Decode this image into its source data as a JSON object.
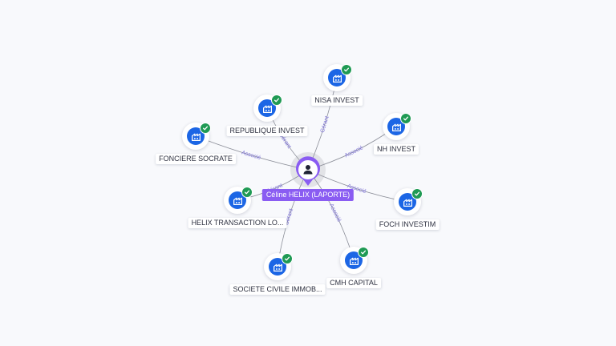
{
  "center": {
    "name": "Céline HELIX (LAPORTE)",
    "icon": "person-icon"
  },
  "companies": [
    {
      "id": "nisa",
      "name": "NISA INVEST",
      "icon": "building-icon",
      "verified": true
    },
    {
      "id": "republique",
      "name": "REPUBLIQUE INVEST",
      "icon": "building-icon",
      "verified": true
    },
    {
      "id": "nh",
      "name": "NH INVEST",
      "icon": "building-icon",
      "verified": true
    },
    {
      "id": "fonciere",
      "name": "FONCIERE SOCRATE",
      "icon": "building-icon",
      "verified": true
    },
    {
      "id": "helix",
      "name": "HELIX TRANSACTION LO...",
      "icon": "building-icon",
      "verified": true
    },
    {
      "id": "foch",
      "name": "FOCH INVESTIM",
      "icon": "building-icon",
      "verified": true
    },
    {
      "id": "cmh",
      "name": "CMH CAPITAL",
      "icon": "building-icon",
      "verified": true
    },
    {
      "id": "societe",
      "name": "SOCIETE CIVILE IMMOB...",
      "icon": "building-icon",
      "verified": true
    }
  ],
  "relations": [
    {
      "id": "nisa",
      "label": "Gérant"
    },
    {
      "id": "republique",
      "label": "Gérant"
    },
    {
      "id": "nh",
      "label": "Associé"
    },
    {
      "id": "fonciere",
      "label": "Associé"
    },
    {
      "id": "helix",
      "label": "Gérant"
    },
    {
      "id": "foch",
      "label": "Associé"
    },
    {
      "id": "cmh",
      "label": "Associé"
    },
    {
      "id": "societe",
      "label": "Gérant"
    }
  ],
  "colors": {
    "node": "#1c66e5",
    "verified": "#1f9a54",
    "person": "#8a5cf2",
    "edge_label": "#7b6fd6"
  }
}
